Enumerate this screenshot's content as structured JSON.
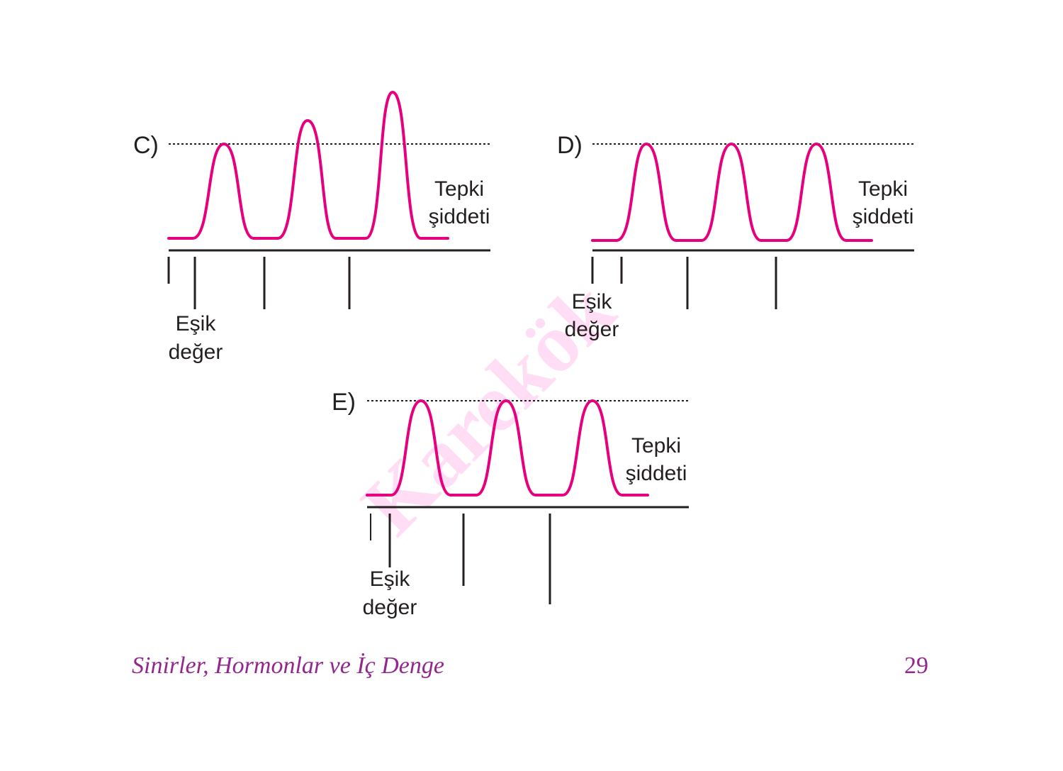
{
  "colors": {
    "curve": "#e6007e",
    "axis": "#231f20",
    "footer": "#93278f",
    "watermark": "#ff00b4"
  },
  "watermark": "Karekök",
  "graphs": [
    {
      "id": "C",
      "label": "C)",
      "response_label": [
        "Tepki",
        "şiddeti"
      ],
      "threshold_label": [
        "Eşik",
        "değer"
      ],
      "peak_heights": [
        1,
        1.25,
        1.55
      ]
    },
    {
      "id": "D",
      "label": "D)",
      "response_label": [
        "Tepki",
        "şiddeti"
      ],
      "threshold_label": [
        "Eşik",
        "değer"
      ],
      "peak_heights": [
        1,
        1,
        1
      ]
    },
    {
      "id": "E",
      "label": "E)",
      "response_label": [
        "Tepki",
        "şiddeti"
      ],
      "threshold_label": [
        "Eşik",
        "değer"
      ],
      "peak_heights": [
        1,
        1,
        1
      ]
    }
  ],
  "footer": {
    "title": "Sinirler, Hormonlar ve İç Denge",
    "page_number": "29"
  }
}
